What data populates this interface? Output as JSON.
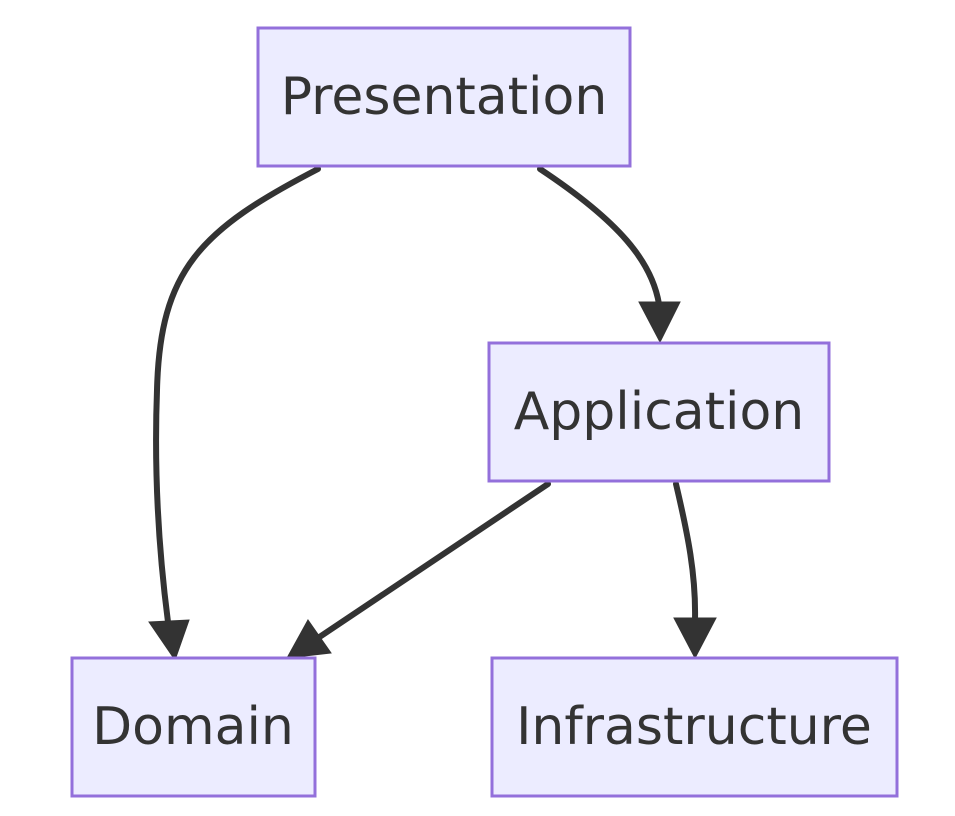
{
  "diagram": {
    "type": "flowchart",
    "direction": "top-down",
    "colors": {
      "node_fill": "#ececff",
      "node_border": "#9370db",
      "edge": "#333333",
      "text": "#333333",
      "background": "#ffffff"
    },
    "nodes": {
      "presentation": {
        "label": "Presentation"
      },
      "application": {
        "label": "Application"
      },
      "domain": {
        "label": "Domain"
      },
      "infrastructure": {
        "label": "Infrastructure"
      }
    },
    "edges": [
      {
        "from": "Presentation",
        "to": "Application"
      },
      {
        "from": "Presentation",
        "to": "Domain"
      },
      {
        "from": "Application",
        "to": "Domain"
      },
      {
        "from": "Application",
        "to": "Infrastructure"
      }
    ]
  }
}
